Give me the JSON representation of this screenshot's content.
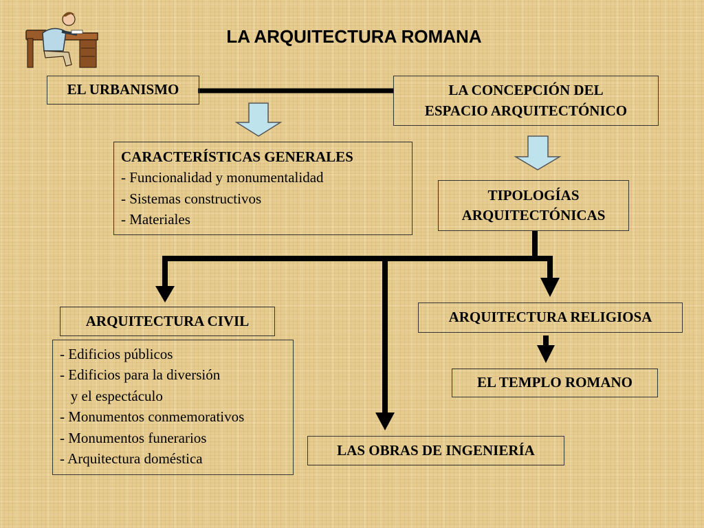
{
  "title": "LA ARQUITECTURA ROMANA",
  "nodes": {
    "urbanismo": "EL URBANISMO",
    "concepcion": [
      "LA CONCEPCIÓN DEL",
      "ESPACIO ARQUITECTÓNICO"
    ],
    "caracteristicas": {
      "heading": "CARACTERÍSTICAS GENERALES",
      "items": [
        "- Funcionalidad y monumentalidad",
        "- Sistemas constructivos",
        "- Materiales"
      ]
    },
    "tipologias": [
      "TIPOLOGÍAS",
      "ARQUITECTÓNICAS"
    ],
    "civil": "ARQUITECTURA CIVIL",
    "civil_items": [
      "- Edificios públicos",
      "- Edificios para la diversión",
      "   y el espectáculo",
      "- Monumentos conmemorativos",
      "- Monumentos funerarios",
      "- Arquitectura doméstica"
    ],
    "religiosa": "ARQUITECTURA RELIGIOSA",
    "templo": "EL TEMPLO ROMANO",
    "ingenieria": "LAS OBRAS DE INGENIERÍA"
  },
  "icons": {
    "student": "student-at-desk-icon",
    "arrow_light": "light-blue-down-arrow-icon",
    "arrow_black": "black-down-arrow-icon"
  },
  "colors": {
    "background": "#e6cc8f",
    "light_arrow_fill": "#bfe3ec",
    "connector": "#000000"
  }
}
